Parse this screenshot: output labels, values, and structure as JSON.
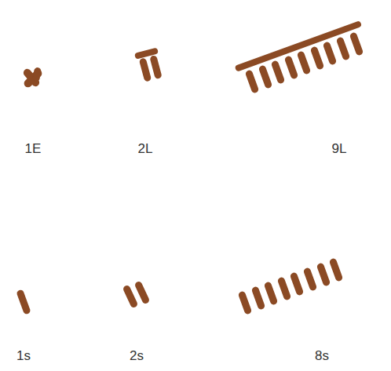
{
  "diagram": {
    "labels": [
      "1E",
      "2L",
      "9L",
      "1s",
      "2s",
      "8s"
    ]
  }
}
